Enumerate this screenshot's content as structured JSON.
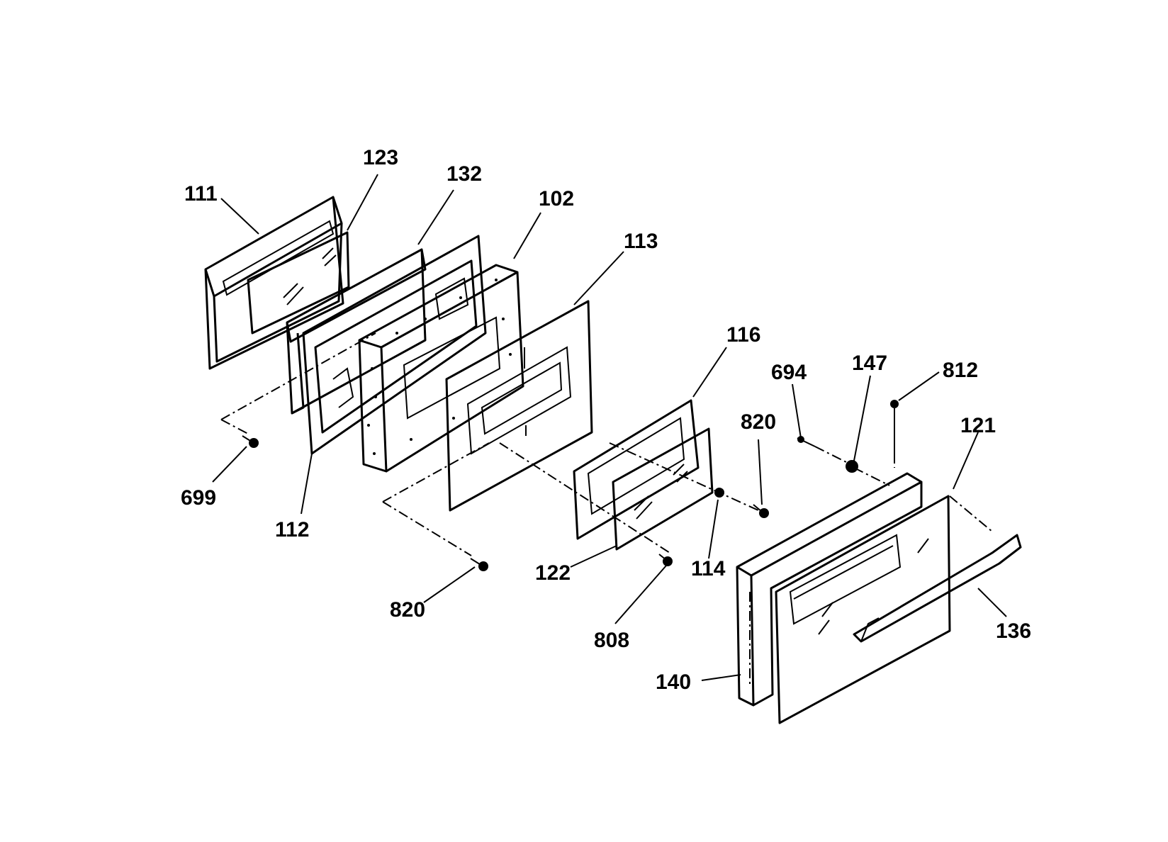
{
  "diagram": {
    "callouts": [
      {
        "id": "111",
        "text": "111"
      },
      {
        "id": "123",
        "text": "123"
      },
      {
        "id": "132",
        "text": "132"
      },
      {
        "id": "102",
        "text": "102"
      },
      {
        "id": "113",
        "text": "113"
      },
      {
        "id": "116",
        "text": "116"
      },
      {
        "id": "694",
        "text": "694"
      },
      {
        "id": "147",
        "text": "147"
      },
      {
        "id": "812",
        "text": "812"
      },
      {
        "id": "820a",
        "text": "820"
      },
      {
        "id": "121",
        "text": "121"
      },
      {
        "id": "699",
        "text": "699"
      },
      {
        "id": "112",
        "text": "112"
      },
      {
        "id": "820b",
        "text": "820"
      },
      {
        "id": "122",
        "text": "122"
      },
      {
        "id": "114",
        "text": "114"
      },
      {
        "id": "808",
        "text": "808"
      },
      {
        "id": "136",
        "text": "136"
      },
      {
        "id": "140",
        "text": "140"
      }
    ]
  }
}
